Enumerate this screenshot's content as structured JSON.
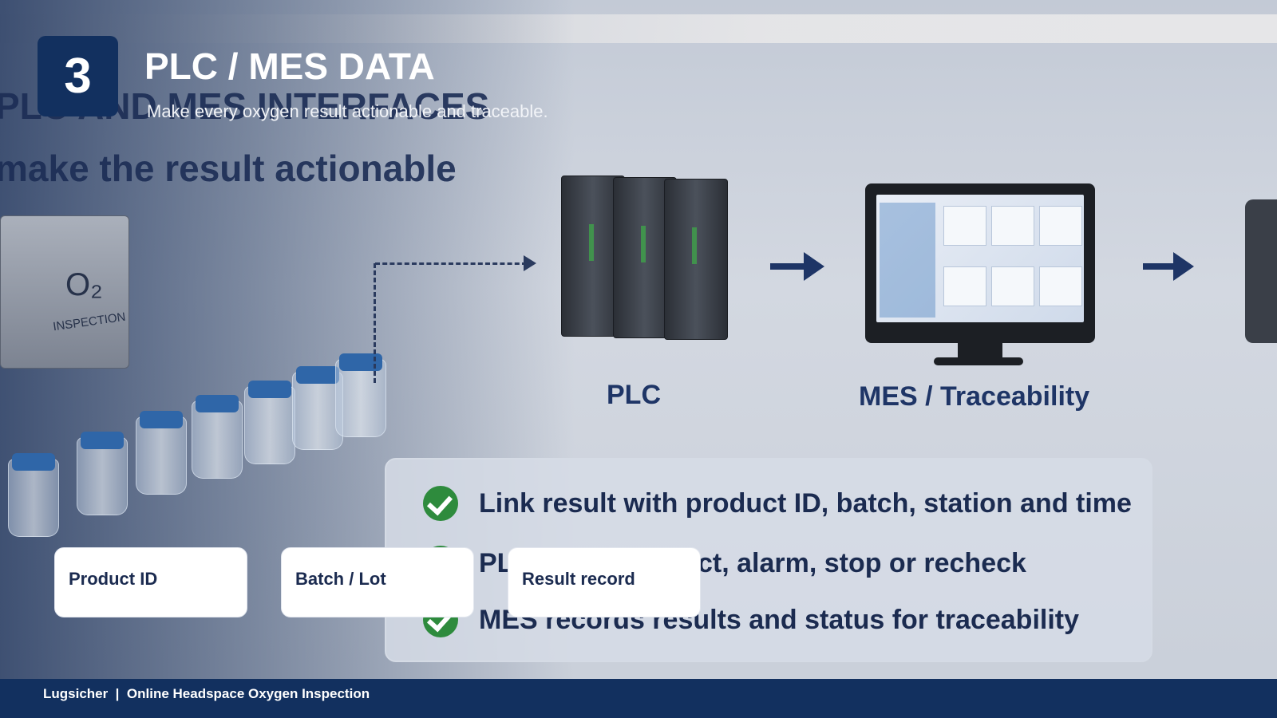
{
  "slide": {
    "number": "3",
    "title": "PLC / MES DATA",
    "subtitle": "Make every oxygen result actionable and traceable."
  },
  "background_image": {
    "title_line1": "PLC AND MES INTERFACES",
    "title_line2": "make the result actionable",
    "sensor_symbol": "O₂",
    "sensor_label": "INSPECTION",
    "flow": {
      "plc_label": "PLC",
      "mes_label": "MES / Traceability"
    },
    "checklist": [
      "Link result with product ID, batch, station and time",
      "PLC triggers reject, alarm, stop or recheck",
      "MES records results and status for traceability"
    ]
  },
  "cards": [
    {
      "label": "Product ID"
    },
    {
      "label": "Batch / Lot"
    },
    {
      "label": "Result record"
    }
  ],
  "footer": {
    "text": "Lugsicher  |  Online Headspace Oxygen Inspection"
  },
  "colors": {
    "navy": "#12305f",
    "check_green": "#2e8b3d",
    "vial_cap_blue": "#2f66a8"
  }
}
